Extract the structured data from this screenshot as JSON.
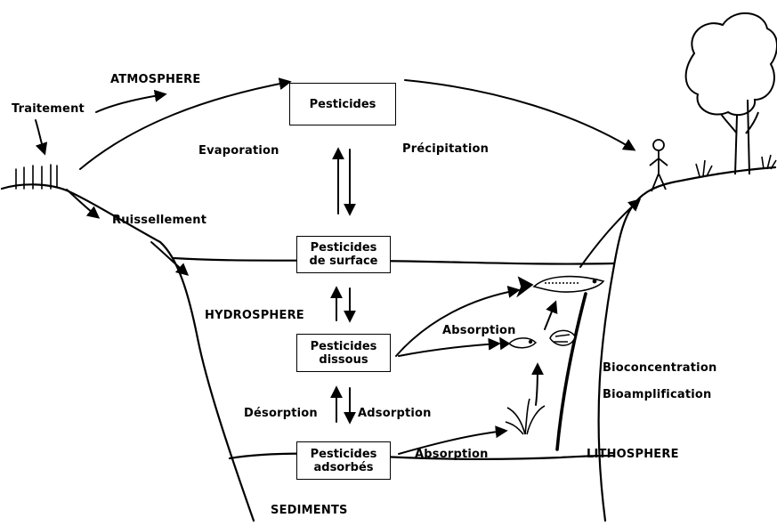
{
  "labels": {
    "traitement": "Traitement",
    "atmosphere": "ATMOSPHERE",
    "evaporation": "Evaporation",
    "precipitation": "Précipitation",
    "ruissellement": "Ruissellement",
    "hydrosphere": "HYDROSPHERE",
    "absorption_fish": "Absorption",
    "bioconcentration": "Bioconcentration",
    "bioamplification": "Bioamplification",
    "desorption": "Désorption",
    "adsorption": "Adsorption",
    "absorption_sed": "Absorption",
    "lithosphere": "LITHOSPHERE",
    "sediments": "SEDIMENTS"
  },
  "boxes": {
    "atmo": {
      "line1": "Pesticides"
    },
    "surface": {
      "line1": "Pesticides",
      "line2": "de surface"
    },
    "dissous": {
      "line1": "Pesticides",
      "line2": "dissous"
    },
    "adsorbes": {
      "line1": "Pesticides",
      "line2": "adsorbés"
    }
  },
  "colors": {
    "ink": "#000000",
    "paper": "#ffffff"
  }
}
